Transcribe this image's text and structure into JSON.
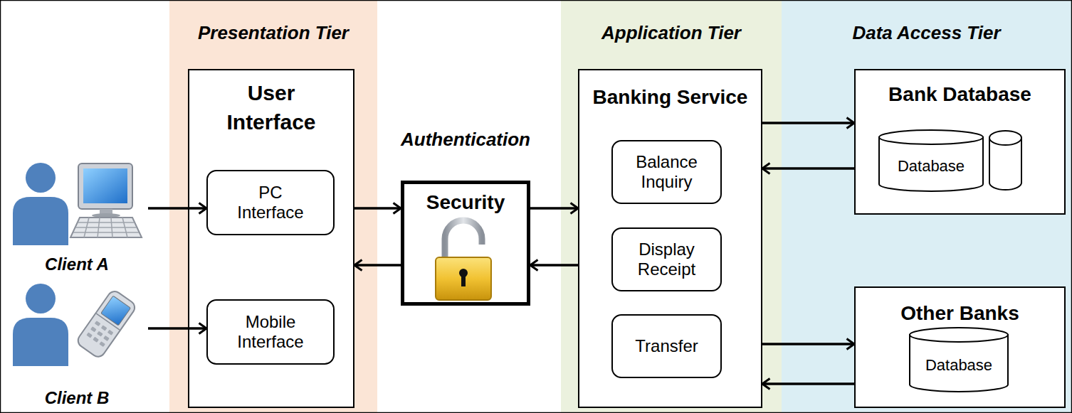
{
  "diagram": {
    "nodes": [
      {
        "text": [
          "Client A"
        ]
      },
      {
        "text": [
          "Client B"
        ]
      },
      {
        "text": [
          "Presentation Tier"
        ]
      },
      {
        "text": [
          "User Interface"
        ],
        "in": 2
      },
      {
        "text": [
          "PC Interface"
        ],
        "in": 3
      },
      {
        "text": [
          "Mobile Interface"
        ],
        "in": 3
      },
      {
        "text": [
          "Authentication",
          "Security"
        ]
      },
      {
        "text": [
          "Application Tier"
        ]
      },
      {
        "text": [
          "Banking Service"
        ],
        "in": 7
      },
      {
        "text": [
          "Balance Inquiry"
        ],
        "in": 8
      },
      {
        "text": [
          "Display Receipt"
        ],
        "in": 8
      },
      {
        "text": [
          "Transfer"
        ],
        "in": 8
      },
      {
        "text": [
          "Data Access Tier"
        ]
      },
      {
        "text": [
          "Bank Database"
        ],
        "in": 12
      },
      {
        "text": [
          "Database"
        ],
        "in": 13
      },
      {
        "text": [
          "Other Banks"
        ],
        "in": 12
      },
      {
        "text": [
          "Database"
        ],
        "in": 15
      }
    ],
    "edges": [
      {
        "from": 0,
        "to": 4,
        "arrow": "to"
      },
      {
        "from": 1,
        "to": 5,
        "arrow": "to"
      },
      {
        "from": 3,
        "to": 6,
        "arrow": "to"
      },
      {
        "from": 6,
        "to": 3,
        "arrow": "to"
      },
      {
        "from": 6,
        "to": 8,
        "arrow": "to"
      },
      {
        "from": 8,
        "to": 6,
        "arrow": "to"
      },
      {
        "from": 8,
        "to": 13,
        "arrow": "to"
      },
      {
        "from": 13,
        "to": 8,
        "arrow": "to"
      },
      {
        "from": 8,
        "to": 15,
        "arrow": "to"
      },
      {
        "from": 15,
        "to": 8,
        "arrow": "to"
      }
    ]
  }
}
